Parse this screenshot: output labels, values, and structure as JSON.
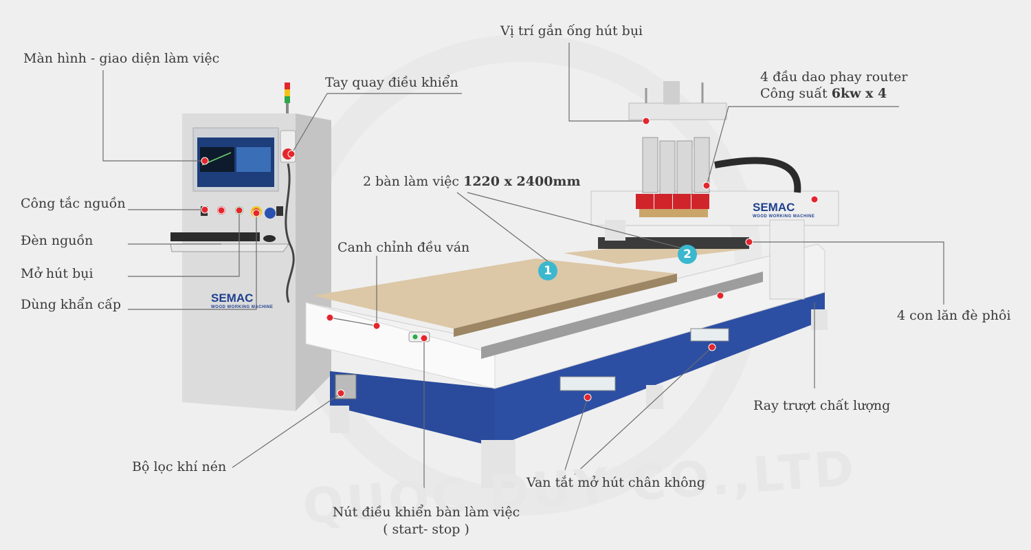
{
  "labels": {
    "screen": "Màn hình - giao diện làm việc",
    "handwheel": "Tay quay điều khiển",
    "power_switch": "Công tắc nguồn",
    "power_light": "Đèn nguồn",
    "dust_on": "Mở hút bụi",
    "emergency_stop": "Dùng khẩn cấp",
    "dust_pipe": "Vị trí gắn ống hút bụi",
    "router_heads_line1": "4 đầu dao phay router",
    "router_heads_line2_prefix": "Công suất ",
    "router_heads_line2_value": "6kw x 4",
    "tables_prefix": "2 bàn làm việc ",
    "tables_value": "1220 x 2400mm",
    "alignment": "Canh chỉnh đều ván",
    "pressure_rollers": "4 con lăn đè phôi",
    "rails": "Ray trượt chất lượng",
    "air_filter": "Bộ lọc khí nén",
    "vacuum_valves": "Van tắt mở hút chân không",
    "table_buttons_line1": "Nút điều khiển bàn làm việc",
    "table_buttons_line2": "( start- stop )"
  },
  "markers": [
    "1",
    "2"
  ],
  "brand": {
    "name": "SEMAC",
    "tagline": "WOOD WORKING MACHINE"
  },
  "watermark": "QUOC DUY CO.,LTD",
  "colors": {
    "marker": "#3bb8cf",
    "leader_dot": "#e3262e",
    "bed_blue": "#2d4fa3",
    "tabletop": "#dcc7a6"
  }
}
